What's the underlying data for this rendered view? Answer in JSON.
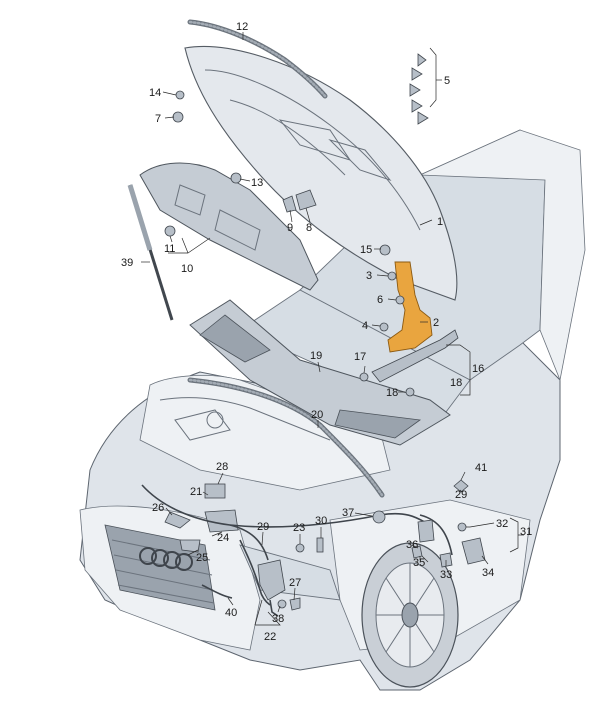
{
  "labels": {
    "l1": "1",
    "l2": "2",
    "l3": "3",
    "l4": "4",
    "l5": "5",
    "l6": "6",
    "l7": "7",
    "l8": "8",
    "l9": "9",
    "l10": "10",
    "l11": "11",
    "l12": "12",
    "l13": "13",
    "l14": "14",
    "l15": "15",
    "l16": "16",
    "l17": "17",
    "l18a": "18",
    "l18b": "18",
    "l19": "19",
    "l20": "20",
    "l21": "21",
    "l22": "22",
    "l23": "23",
    "l24": "24",
    "l25": "25",
    "l26": "26",
    "l27": "27",
    "l28": "28",
    "l29a": "29",
    "l29b": "29",
    "l30": "30",
    "l31": "31",
    "l32": "32",
    "l33": "33",
    "l34": "34",
    "l35": "35",
    "l36": "36",
    "l37": "37",
    "l38": "38",
    "l39": "39",
    "l40": "40",
    "l41": "41"
  },
  "colors": {
    "highlight_part": "#e9a53f",
    "body": "#dfe4ea",
    "line": "#2a2a2a"
  }
}
